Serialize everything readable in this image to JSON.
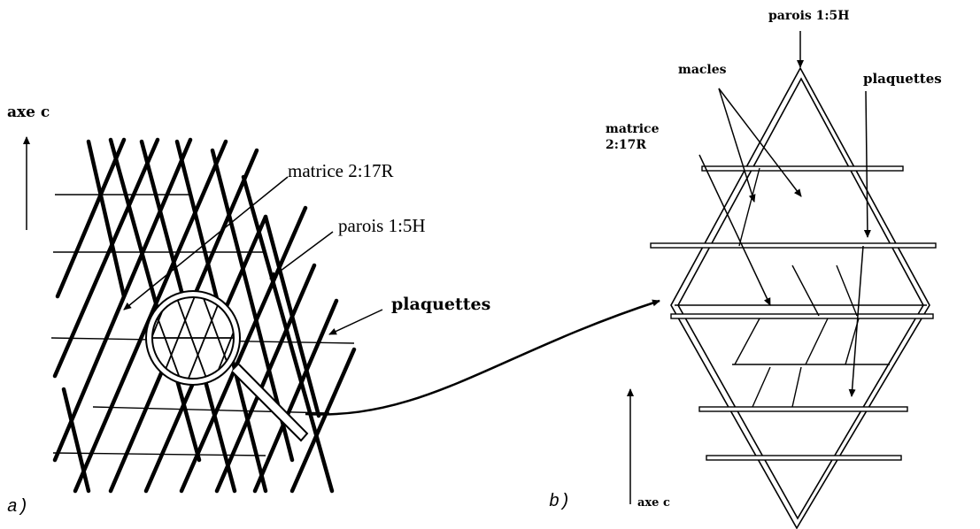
{
  "panel_a": {
    "tag": "a)",
    "axis_label": "axe c",
    "labels": {
      "matrice": "matrice 2:17R",
      "parois": "parois 1:5H",
      "plaquettes": "plaquettes"
    }
  },
  "panel_b": {
    "tag": "b)",
    "axis_label": "axe c",
    "labels": {
      "parois": "parois 1:5H",
      "macles": "macles",
      "plaquettes": "plaquettes",
      "matrice_line1": "matrice",
      "matrice_line2": "2:17R"
    }
  }
}
